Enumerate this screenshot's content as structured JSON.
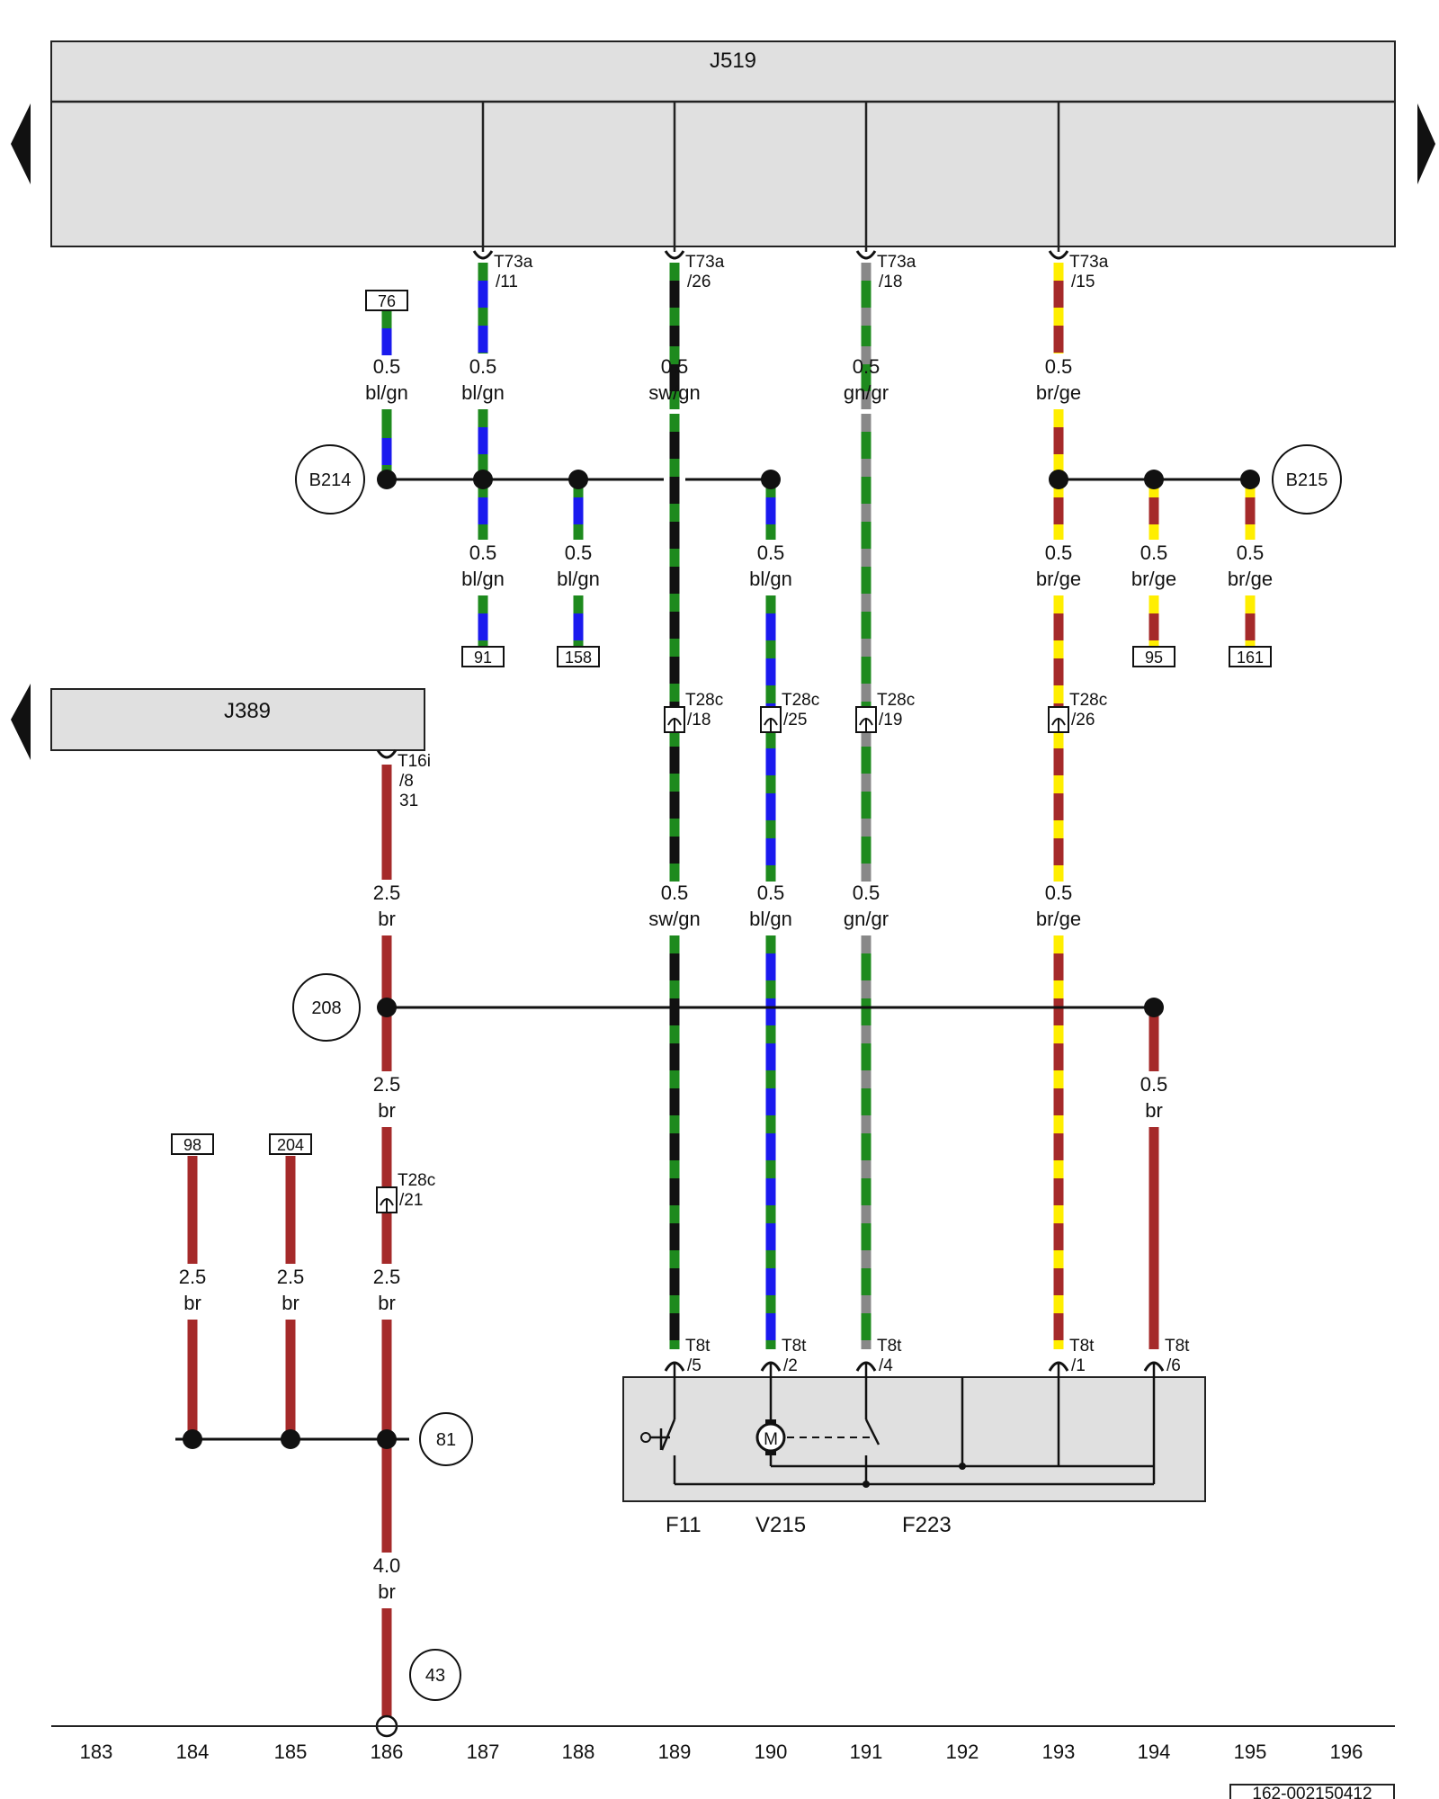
{
  "diagram": {
    "control_units": [
      {
        "id": "j519",
        "label": "J519"
      },
      {
        "id": "j389",
        "label": "J389"
      }
    ],
    "wires": [
      {
        "id": "w187a",
        "size": "0.5",
        "color": "bl/gn",
        "stripe": [
          "#1a1aee",
          "#1e8a1e"
        ]
      },
      {
        "id": "w189a",
        "size": "0.5",
        "color": "sw/gn",
        "stripe": [
          "#111111",
          "#1e8a1e"
        ]
      },
      {
        "id": "w191a",
        "size": "0.5",
        "color": "gn/gr",
        "stripe": [
          "#1e8a1e",
          "#888888"
        ]
      },
      {
        "id": "w193a",
        "size": "0.5",
        "color": "br/ge",
        "stripe": [
          "#a52a2a",
          "#ffee00"
        ]
      },
      {
        "id": "w186a",
        "size": "0.5",
        "color": "bl/gn",
        "stripe": [
          "#1a1aee",
          "#1e8a1e"
        ]
      },
      {
        "id": "w187b",
        "size": "0.5",
        "color": "bl/gn",
        "stripe": [
          "#1a1aee",
          "#1e8a1e"
        ]
      },
      {
        "id": "w188b",
        "size": "0.5",
        "color": "bl/gn",
        "stripe": [
          "#1a1aee",
          "#1e8a1e"
        ]
      },
      {
        "id": "w190b",
        "size": "0.5",
        "color": "bl/gn",
        "stripe": [
          "#1a1aee",
          "#1e8a1e"
        ]
      },
      {
        "id": "w193b",
        "size": "0.5",
        "color": "br/ge",
        "stripe": [
          "#a52a2a",
          "#ffee00"
        ]
      },
      {
        "id": "w194b",
        "size": "0.5",
        "color": "br/ge",
        "stripe": [
          "#a52a2a",
          "#ffee00"
        ]
      },
      {
        "id": "w195b",
        "size": "0.5",
        "color": "br/ge",
        "stripe": [
          "#a52a2a",
          "#ffee00"
        ]
      },
      {
        "id": "w186c",
        "size": "2.5",
        "color": "br",
        "stripe": [
          "#a52a2a",
          "#a52a2a"
        ]
      },
      {
        "id": "w189c",
        "size": "0.5",
        "color": "sw/gn",
        "stripe": [
          "#111111",
          "#1e8a1e"
        ]
      },
      {
        "id": "w190c",
        "size": "0.5",
        "color": "bl/gn",
        "stripe": [
          "#1a1aee",
          "#1e8a1e"
        ]
      },
      {
        "id": "w191c",
        "size": "0.5",
        "color": "gn/gr",
        "stripe": [
          "#1e8a1e",
          "#888888"
        ]
      },
      {
        "id": "w193c",
        "size": "0.5",
        "color": "br/ge",
        "stripe": [
          "#a52a2a",
          "#ffee00"
        ]
      },
      {
        "id": "w186d",
        "size": "2.5",
        "color": "br",
        "stripe": [
          "#a52a2a",
          "#a52a2a"
        ]
      },
      {
        "id": "w194d",
        "size": "0.5",
        "color": "br",
        "stripe": [
          "#a52a2a",
          "#a52a2a"
        ]
      },
      {
        "id": "w184e",
        "size": "2.5",
        "color": "br",
        "stripe": [
          "#a52a2a",
          "#a52a2a"
        ]
      },
      {
        "id": "w185e",
        "size": "2.5",
        "color": "br",
        "stripe": [
          "#a52a2a",
          "#a52a2a"
        ]
      },
      {
        "id": "w186e",
        "size": "2.5",
        "color": "br",
        "stripe": [
          "#a52a2a",
          "#a52a2a"
        ]
      },
      {
        "id": "w186f",
        "size": "4.0",
        "color": "br",
        "stripe": [
          "#a52a2a",
          "#a52a2a"
        ]
      }
    ],
    "connectors": [
      {
        "id": "c187",
        "name": "T73a",
        "pin": "/11"
      },
      {
        "id": "c189",
        "name": "T73a",
        "pin": "/26"
      },
      {
        "id": "c191",
        "name": "T73a",
        "pin": "/18"
      },
      {
        "id": "c193",
        "name": "T73a",
        "pin": "/15"
      },
      {
        "id": "t189",
        "name": "T28c",
        "pin": "/18"
      },
      {
        "id": "t190",
        "name": "T28c",
        "pin": "/25"
      },
      {
        "id": "t191",
        "name": "T28c",
        "pin": "/19"
      },
      {
        "id": "t193",
        "name": "T28c",
        "pin": "/26"
      },
      {
        "id": "t186",
        "name": "T28c",
        "pin": "/21"
      },
      {
        "id": "j389c",
        "name": "T16i",
        "pin": "/8",
        "extra": "31"
      },
      {
        "id": "f189",
        "name": "T8t",
        "pin": "/5"
      },
      {
        "id": "f190",
        "name": "T8t",
        "pin": "/2"
      },
      {
        "id": "f191",
        "name": "T8t",
        "pin": "/4"
      },
      {
        "id": "f193",
        "name": "T8t",
        "pin": "/1"
      },
      {
        "id": "f194",
        "name": "T8t",
        "pin": "/6"
      }
    ],
    "refs": [
      "76",
      "91",
      "158",
      "95",
      "161",
      "98",
      "204"
    ],
    "ground_points": [
      "B214",
      "B215",
      "208",
      "81",
      "43"
    ],
    "components": [
      "F11",
      "V215",
      "F223"
    ],
    "motor_symbol": "M",
    "columns": [
      "183",
      "184",
      "185",
      "186",
      "187",
      "188",
      "189",
      "190",
      "191",
      "192",
      "193",
      "194",
      "195",
      "196"
    ],
    "doc_id": "162-002150412"
  }
}
